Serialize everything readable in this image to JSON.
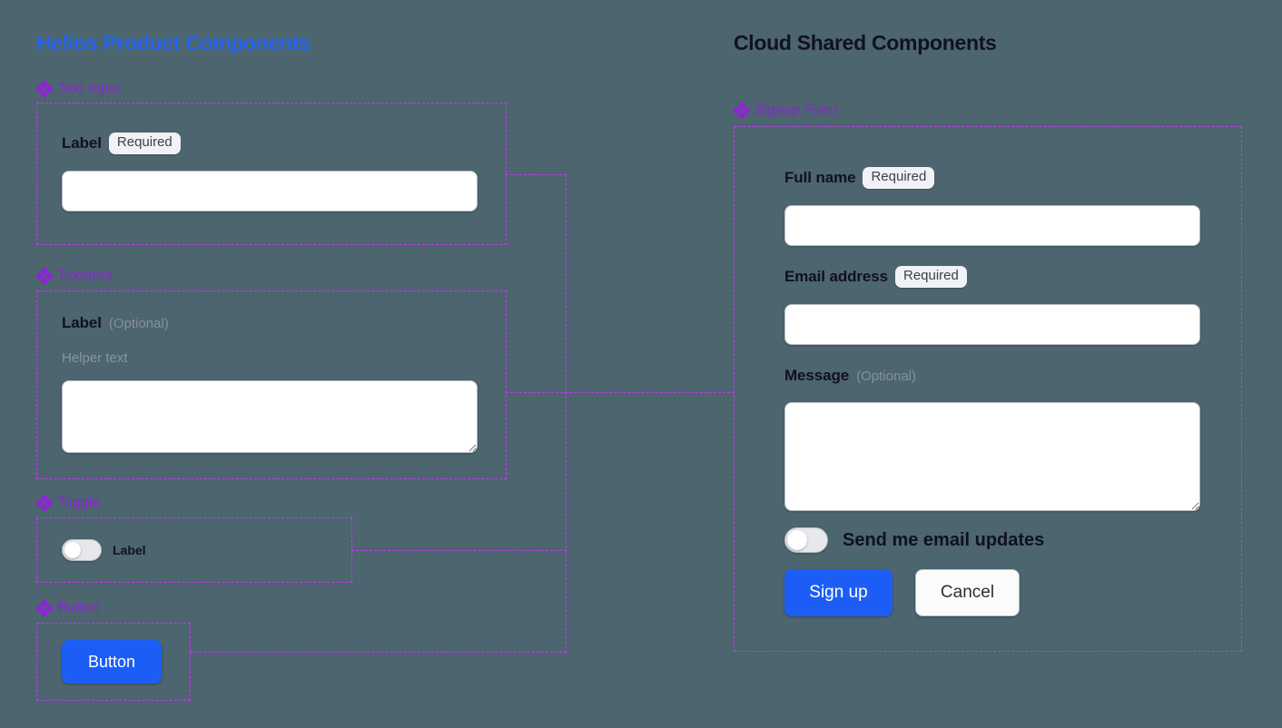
{
  "left_panel": {
    "title": "Helios Product Components",
    "sections": [
      {
        "name": "Text Input",
        "label": "Label",
        "badge": "Required"
      },
      {
        "name": "Textarea",
        "label": "Label",
        "optional": "(Optional)",
        "helper": "Helper text"
      },
      {
        "name": "Toggle",
        "toggle_label": "Label",
        "toggle_state": "off"
      },
      {
        "name": "Button",
        "button_label": "Button"
      }
    ]
  },
  "right_panel": {
    "title": "Cloud Shared Components",
    "section_name": "Signup Form",
    "fields": [
      {
        "label": "Full name",
        "badge": "Required"
      },
      {
        "label": "Email address",
        "badge": "Required"
      },
      {
        "label": "Message",
        "optional": "(Optional)"
      }
    ],
    "toggle_label": "Send me email updates",
    "toggle_state": "off",
    "primary_button": "Sign up",
    "secondary_button": "Cancel"
  },
  "icons": {
    "section_marker": "diamond-icon"
  },
  "colors": {
    "background": "#4c656f",
    "left_title": "#2563f0",
    "right_title": "#12121c",
    "section_header": "#9122d8",
    "dashed_border": "#c03df0",
    "primary_button": "#1c5ef5",
    "badge_bg": "#f1f2f5",
    "input_bg": "#ffffff"
  }
}
